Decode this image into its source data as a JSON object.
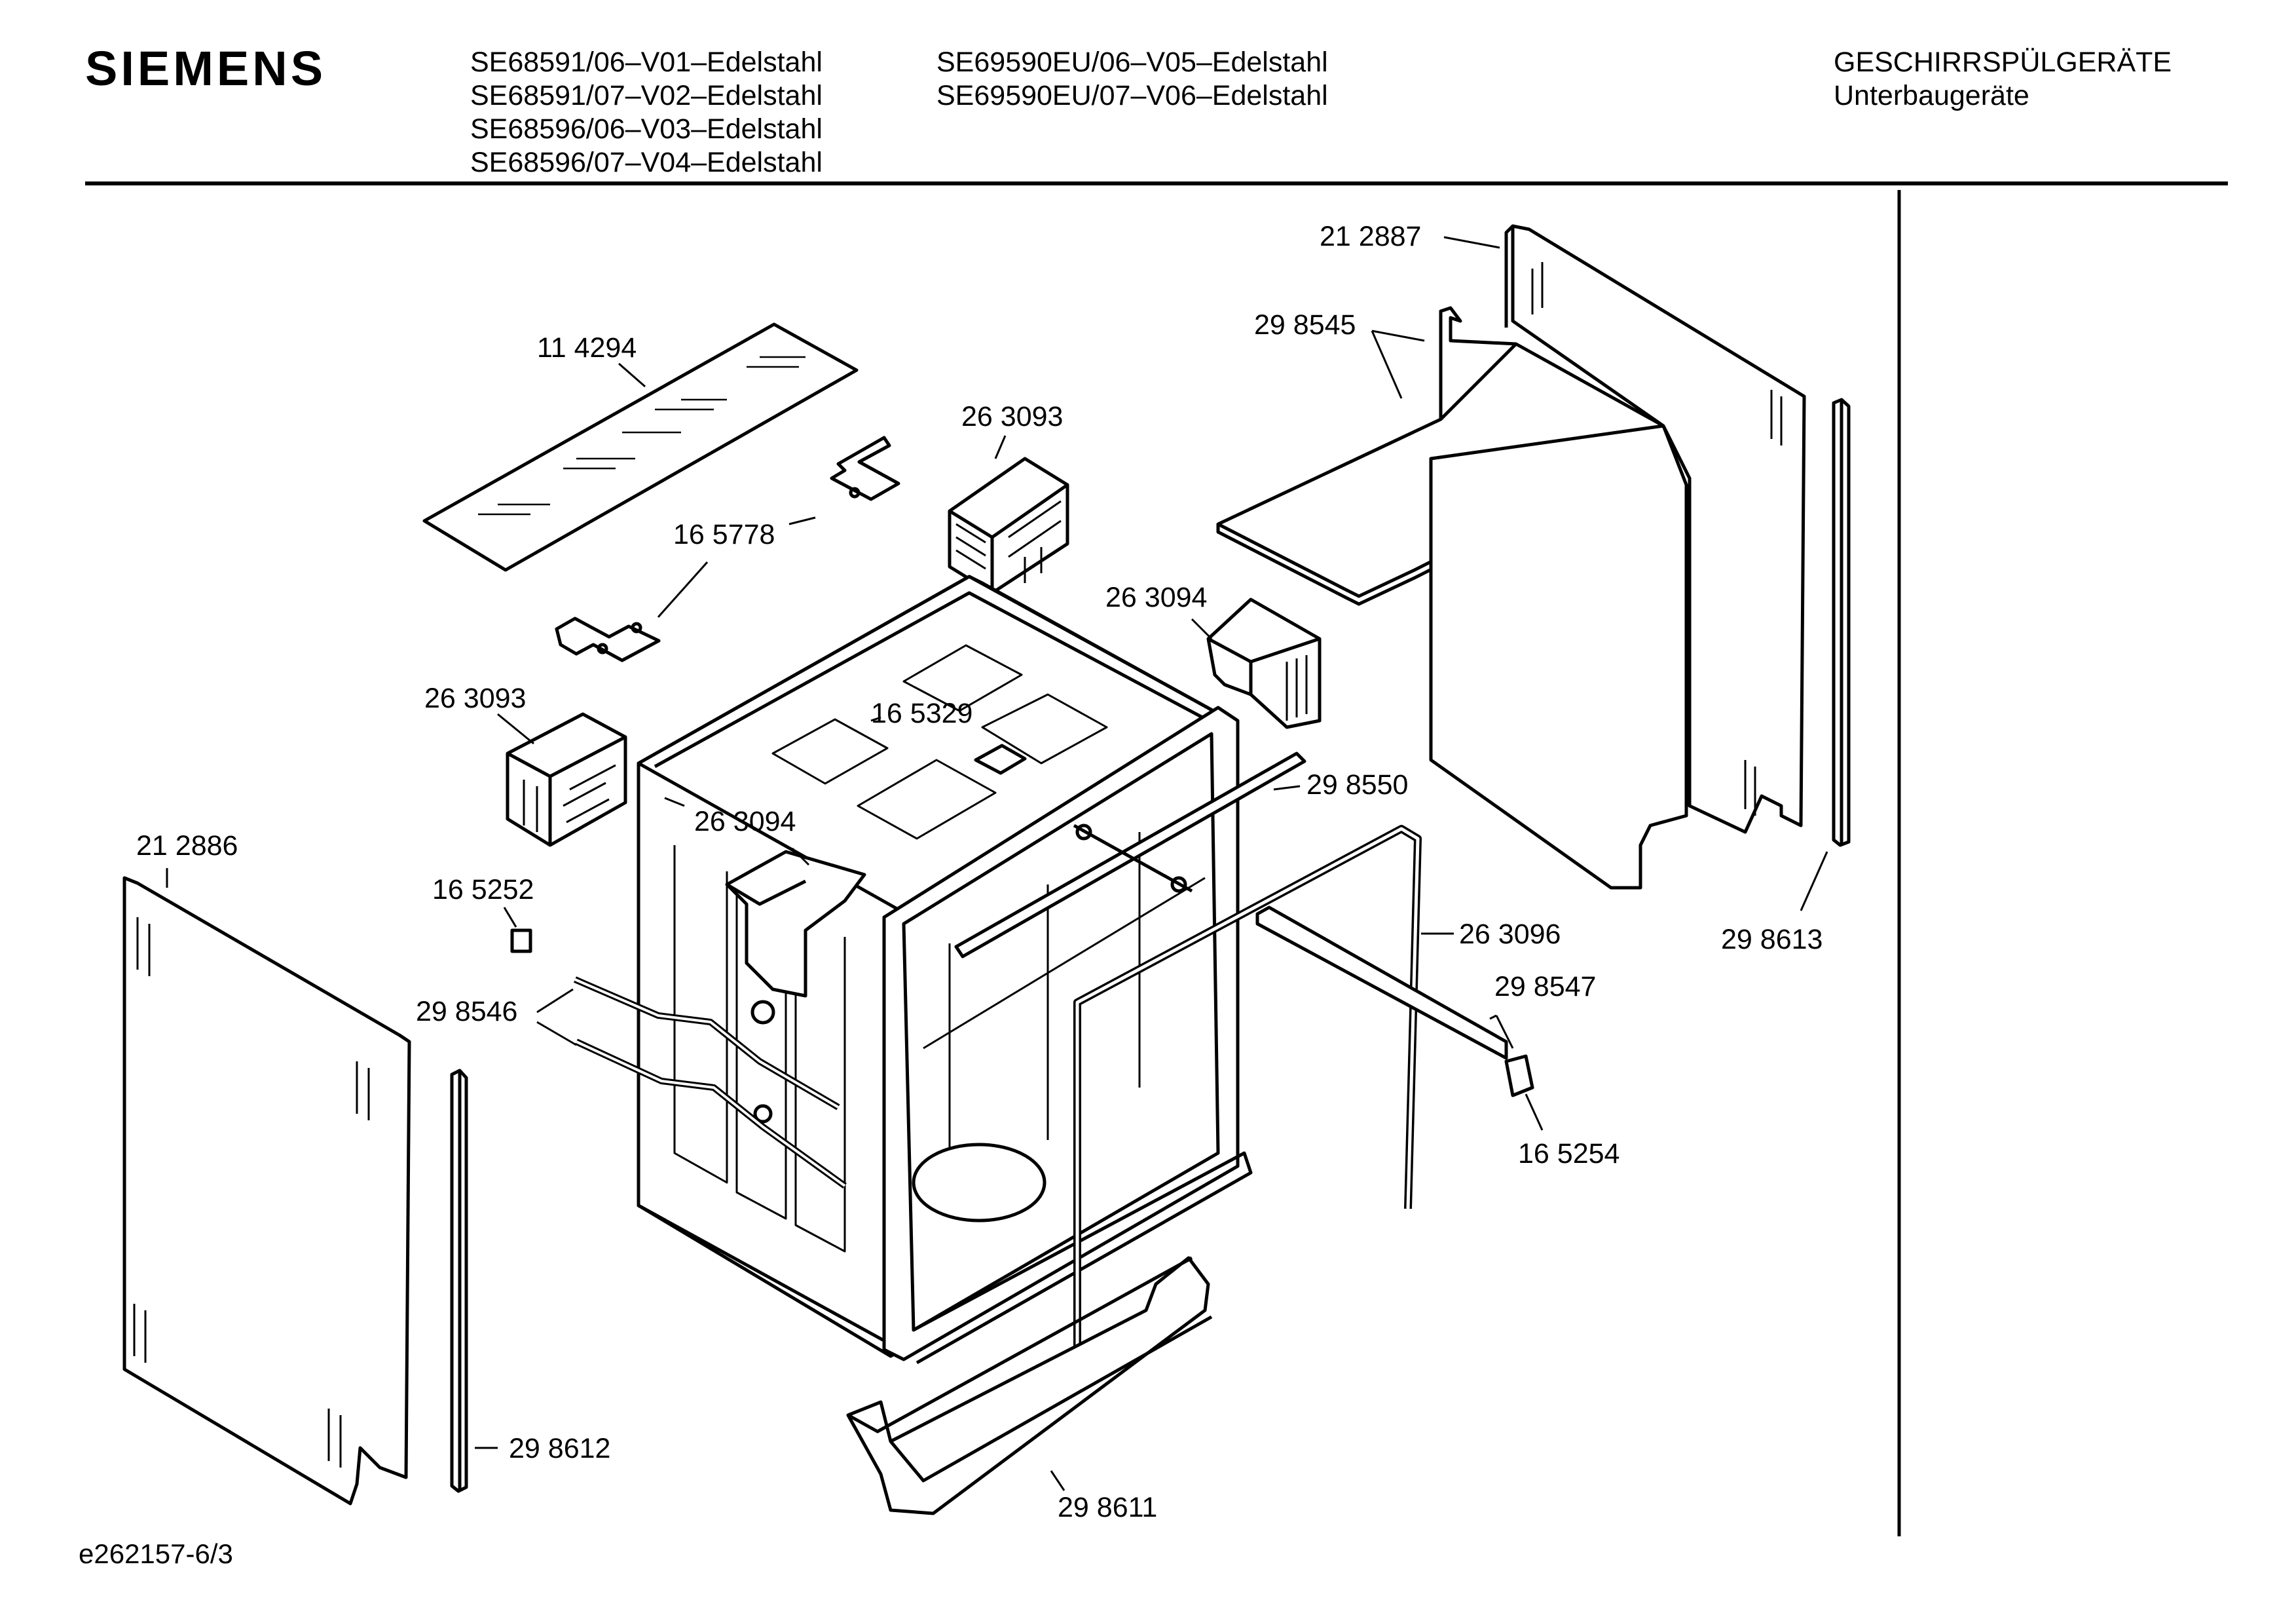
{
  "header": {
    "brand": "SIEMENS",
    "models_left": [
      "SE68591/06–V01–Edelstahl",
      "SE68591/07–V02–Edelstahl",
      "SE68596/06–V03–Edelstahl",
      "SE68596/07–V04–Edelstahl"
    ],
    "models_right": [
      "SE69590EU/06–V05–Edelstahl",
      "SE69590EU/07–V06–Edelstahl"
    ],
    "category": "GESCHIRRSPÜLGERÄTE",
    "subcategory": "Unterbaugeräte"
  },
  "parts": {
    "p212887": "21 2887",
    "p298545": "29 8545",
    "p114294": "11 4294",
    "p263093_top": "26 3093",
    "p165778": "16 5778",
    "p263094_right": "26 3094",
    "p263093_left": "26 3093",
    "p165329": "16 5329",
    "p298550": "29 8550",
    "p263094_mid": "26 3094",
    "p212886": "21 2886",
    "p165252": "16 5252",
    "p263096": "26 3096",
    "p298547": "29 8547",
    "p298613": "29 8613",
    "p298546": "29 8546",
    "p165254": "16 5254",
    "p298612": "29 8612",
    "p298611": "29 8611"
  },
  "footer": {
    "drawing_ref": "e262157-6/3"
  }
}
